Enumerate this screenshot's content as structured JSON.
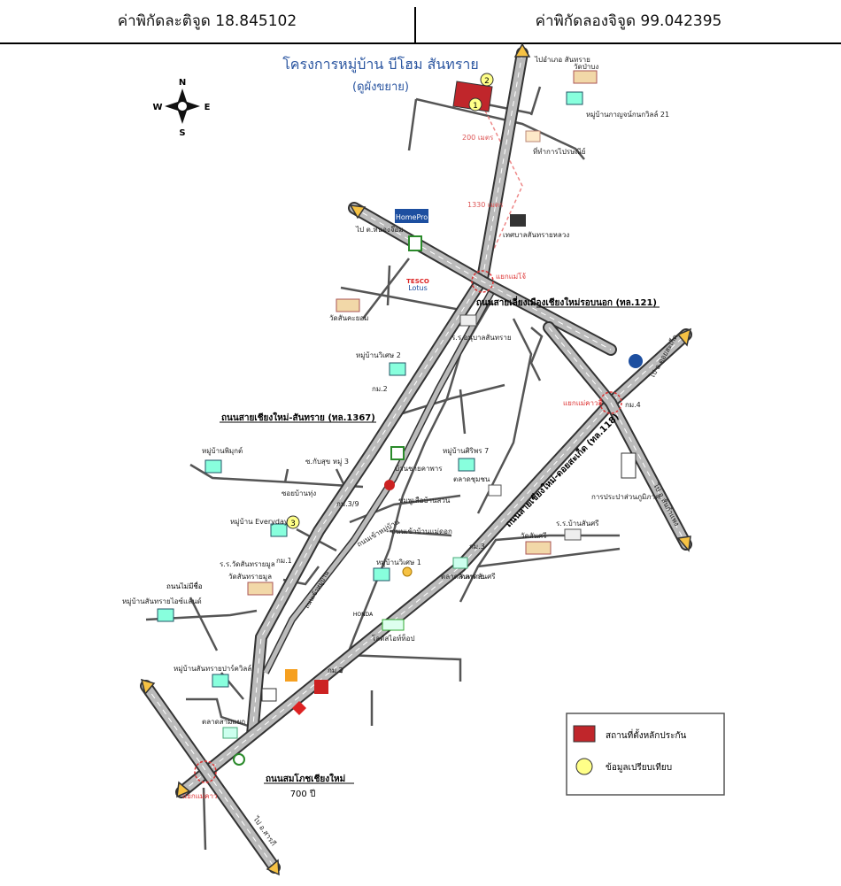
{
  "header": {
    "lat_label": "ค่าพิกัดละติจูด 18.845102",
    "lng_label": "ค่าพิกัดลองจิจูด 99.042395"
  },
  "map": {
    "title": "โครงการหมู่บ้าน บีโฮม สันทราย",
    "subtitle": "(ดูผังขยาย)",
    "compass": {
      "n": "N",
      "s": "S",
      "e": "E",
      "w": "W"
    },
    "roads": {
      "r121": "ถนนสายเลี่ยงเมืองเชียงใหม่รอบนอก (ทล.121)",
      "r1367": "ถนนสายเชียงใหม่-สันทราย (ทล.1367)",
      "r118": "ถนนสายเชียงใหม่-ดอยสะเก็ด (ทล.118)",
      "r700": "ถนนสมโภชเชียงใหม่",
      "r700b": "700 ปี",
      "lane_a": "ถนนไม่มีชื่อ",
      "lane_b": "ถนนเข้าหมู่บ้าน"
    },
    "places": [
      {
        "key": "p1",
        "text": "ไปอำเภอ สันทราย"
      },
      {
        "key": "p2",
        "text": "วัดป่าบง"
      },
      {
        "key": "p3",
        "text": "หมู่บ้านกาญจน์กนกวิลล์ 21"
      },
      {
        "key": "p4",
        "text": "ที่ทำการไปรษณีย์"
      },
      {
        "key": "p5",
        "text": "200 เมตร"
      },
      {
        "key": "p6",
        "text": "1330 เมตร"
      },
      {
        "key": "p7",
        "text": "ไป ต.หนองจ๊อม"
      },
      {
        "key": "p8",
        "text": "เทศบาลสันทรายหลวง"
      },
      {
        "key": "p9",
        "text": "แยกแม่โจ้"
      },
      {
        "key": "p10",
        "text": "วัดสันคะยอม"
      },
      {
        "key": "p11",
        "text": "ร.ร.อนุบาลสันทราย"
      },
      {
        "key": "p12",
        "text": "หมู่บ้านวิเศษ 2"
      },
      {
        "key": "p13",
        "text": "กม.2"
      },
      {
        "key": "p14",
        "text": "หมู่บ้านพิมุกต์"
      },
      {
        "key": "p15",
        "text": "ซ.กับสุข หมู่ 3"
      },
      {
        "key": "p16",
        "text": "ซอยบ้านทุ่ง"
      },
      {
        "key": "p17",
        "text": "กม.3/9"
      },
      {
        "key": "p18",
        "text": "บ้านชายคาพาร"
      },
      {
        "key": "p19",
        "text": "ชมพูเสือบ้านสวน"
      },
      {
        "key": "p20",
        "text": "หมู่บ้านศิริพร 7"
      },
      {
        "key": "p21",
        "text": "หมู่บ้าน Everyday"
      },
      {
        "key": "p22",
        "text": "กม.1"
      },
      {
        "key": "p23",
        "text": "ร.ร.วัดสันทรายมูล"
      },
      {
        "key": "p24",
        "text": "วัดสันทรายมูล"
      },
      {
        "key": "p25",
        "text": "หมู่บ้านสันทรายไอซ์แลนด์"
      },
      {
        "key": "p26",
        "text": "หมู่บ้านสันทรายปาร์ควิลล์"
      },
      {
        "key": "p27",
        "text": "ตลาดสามแยก"
      },
      {
        "key": "p28",
        "text": "แยกแม่คาว"
      },
      {
        "key": "p29",
        "text": "ไป อ.สารภี"
      },
      {
        "key": "p30",
        "text": "หมู่บ้านวิเศษ 1"
      },
      {
        "key": "p31",
        "text": "ตลาดสันทราย"
      },
      {
        "key": "p32",
        "text": "โลตัสไอท์ท็อป"
      },
      {
        "key": "p33",
        "text": "กม.2"
      },
      {
        "key": "p34",
        "text": "ถนนเข้าหมู่บ้าน"
      },
      {
        "key": "p35",
        "text": "ถนนเข้าบ้านแม่ดอก"
      },
      {
        "key": "p36",
        "text": "กม.3"
      },
      {
        "key": "p37",
        "text": "ตลาดสันศรี"
      },
      {
        "key": "p38",
        "text": "แยกแม่คาวสี่"
      },
      {
        "key": "p39",
        "text": "กม.4"
      },
      {
        "key": "p40",
        "text": "ไป อ.ดอยสะเก็ด"
      },
      {
        "key": "p41",
        "text": "ไป อ.สันกำแพง"
      },
      {
        "key": "p42",
        "text": "การประปาส่วนภูมิภาค"
      },
      {
        "key": "p43",
        "text": "ร.ร.บ้านสันศรี"
      },
      {
        "key": "p44",
        "text": "วัดสันศรี"
      },
      {
        "key": "p45",
        "text": "ตลาดชุมชน"
      },
      {
        "key": "p46",
        "text": "HONDA"
      },
      {
        "key": "p47",
        "text": "HomePro"
      },
      {
        "key": "p48",
        "text": "TESCO"
      },
      {
        "key": "p49",
        "text": "Lotus"
      }
    ],
    "markers": {
      "m1": "1",
      "m2": "2",
      "m3": "3"
    }
  },
  "legend": {
    "item1": "สถานที่ตั้งหลักประกัน",
    "item2": "ข้อมูลเปรียบเทียบ",
    "color1": "#c0262b",
    "color2": "#ffff88"
  }
}
